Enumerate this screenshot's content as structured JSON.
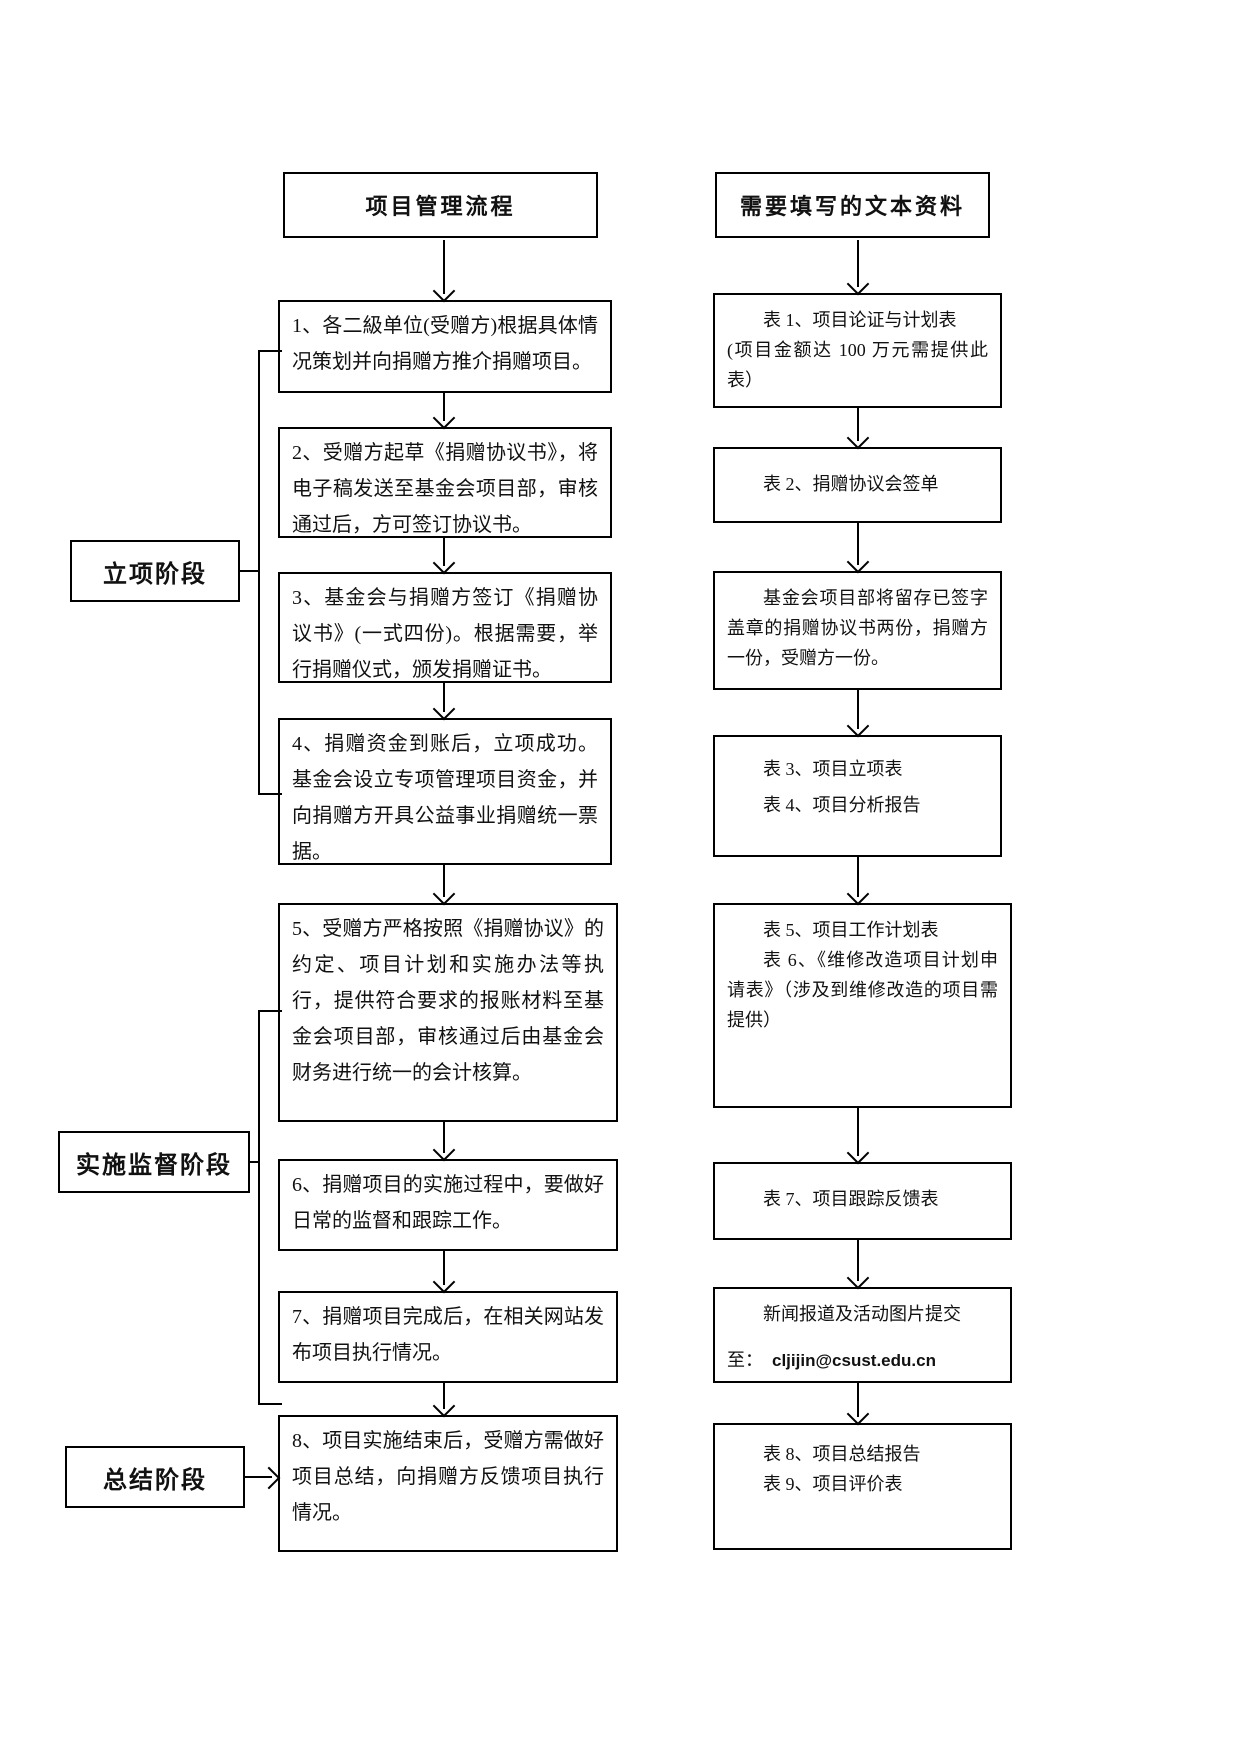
{
  "titles": {
    "left": "项目管理流程",
    "right": "需要填写的文本资料"
  },
  "stage_labels": {
    "initiation": "立项阶段",
    "supervision": "实施监督阶段",
    "summary": "总结阶段"
  },
  "process_steps": {
    "step1": "1、各二級单位(受赠方)根据具体情况策划并向捐赠方推介捐赠项目。",
    "step2": "2、受赠方起草《捐赠协议书》，将电子稿发送至基金会项目部，审核通过后，方可签订协议书。",
    "step3": "3、基金会与捐赠方签订《捐赠协议书》(一式四份)。根据需要，举行捐赠仪式，颁发捐赠证书。",
    "step4": "4、捐赠资金到账后，立项成功。基金会设立专项管理项目资金，并向捐赠方开具公益事业捐赠统一票据。",
    "step5": "5、受赠方严格按照《捐赠协议》的约定、项目计划和实施办法等执行，提供符合要求的报账材料至基金会项目部，审核通过后由基金会财务进行统一的会计核算。",
    "step6": "6、捐赠项目的实施过程中，要做好日常的监督和跟踪工作。",
    "step7": "7、捐赠项目完成后，在相关网站发布项目执行情况。",
    "step8": "8、项目实施结束后，受赠方需做好项目总结，向捐赠方反馈项目执行情况。"
  },
  "documents": {
    "doc1": {
      "p1": "表 1、项目论证与计划表",
      "p2": "(项目金额达 100 万元需提供此表）"
    },
    "doc2": "表 2、捐赠协议会签单",
    "doc3": "基金会项目部将留存已签字盖章的捐赠协议书两份，捐赠方一份，受赠方一份。",
    "doc4": {
      "p1": "表 3、项目立项表",
      "p2": "表 4、项目分析报告"
    },
    "doc5": {
      "p1": "表 5、项目工作计划表",
      "p2": "表 6、《维修改造项目计划申请表》（涉及到维修改造的项目需提供）"
    },
    "doc6": "表 7、项目跟踪反馈表",
    "doc7": {
      "p1": "新闻报道及活动图片提交",
      "prefix": "至：",
      "email": "cljijin@csust.edu.cn"
    },
    "doc8": {
      "p1": "表 8、项目总结报告",
      "p2": "表 9、项目评价表"
    }
  }
}
